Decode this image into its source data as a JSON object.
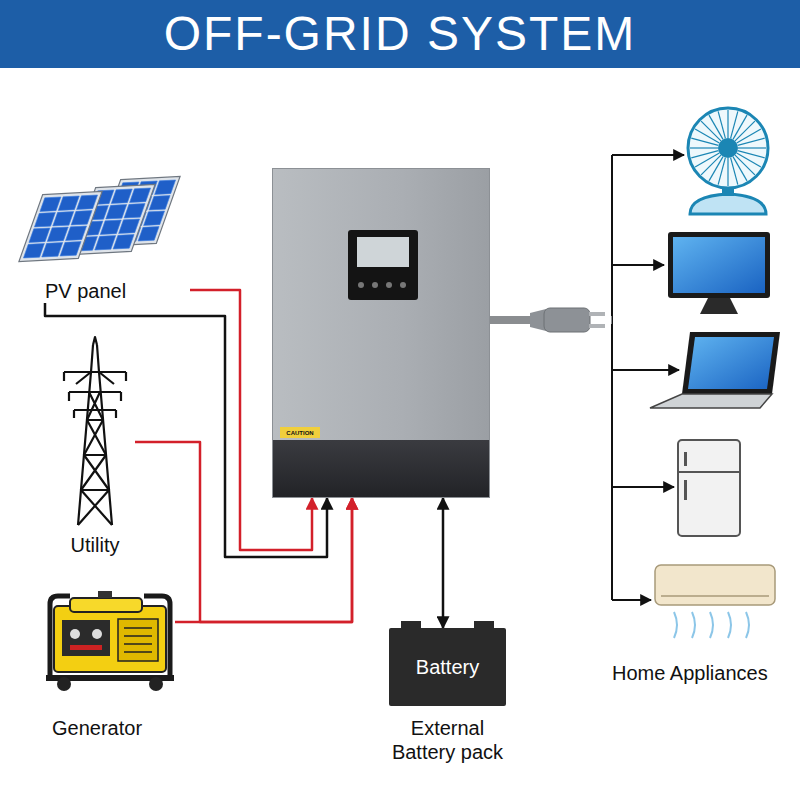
{
  "diagram": {
    "title": "OFF-GRID SYSTEM",
    "nodes": [
      {
        "text": [
          "PV panel"
        ]
      },
      {
        "text": [
          "Utility"
        ]
      },
      {
        "text": [
          "Generator"
        ]
      },
      {
        "text": [
          "CAUTION"
        ]
      },
      {
        "text": [
          "Battery",
          "External Battery pack"
        ]
      },
      {
        "text": [
          "Home Appliances"
        ]
      }
    ],
    "edges": [
      {
        "from": 0,
        "to": 3,
        "arrow": "to"
      },
      {
        "from": 0,
        "to": 3,
        "arrow": "to"
      },
      {
        "from": 1,
        "to": 3,
        "arrow": "to"
      },
      {
        "from": 2,
        "to": 3,
        "arrow": "to"
      },
      {
        "from": 3,
        "to": 4,
        "arrow": "both"
      },
      {
        "from": 3,
        "to": 5,
        "arrow": "none"
      }
    ]
  }
}
